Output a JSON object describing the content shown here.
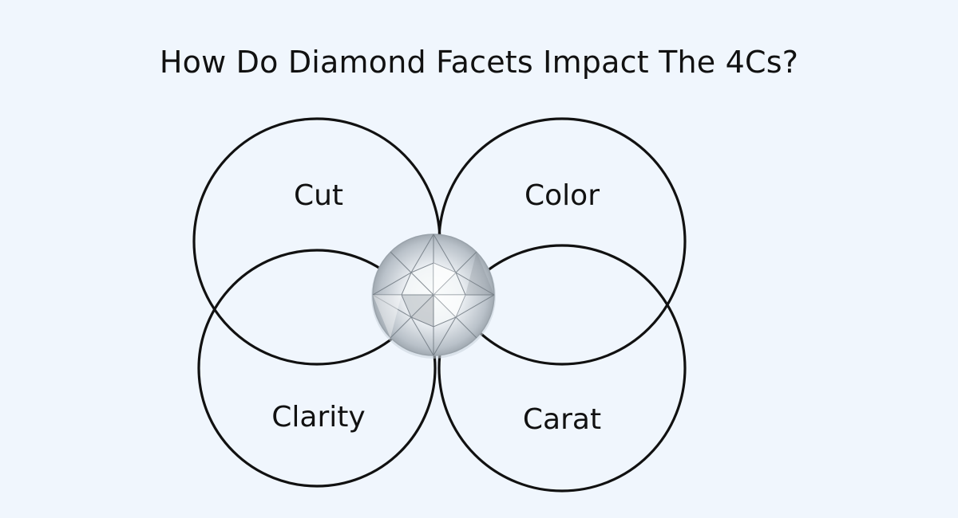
{
  "title": "How Do Diamond Facets Impact The 4Cs?",
  "labels": {
    "cut": "Cut",
    "color": "Color",
    "clarity": "Clarity",
    "carat": "Carat"
  },
  "colors": {
    "background": "#f0f6fd",
    "stroke": "#111111",
    "text": "#111111"
  }
}
